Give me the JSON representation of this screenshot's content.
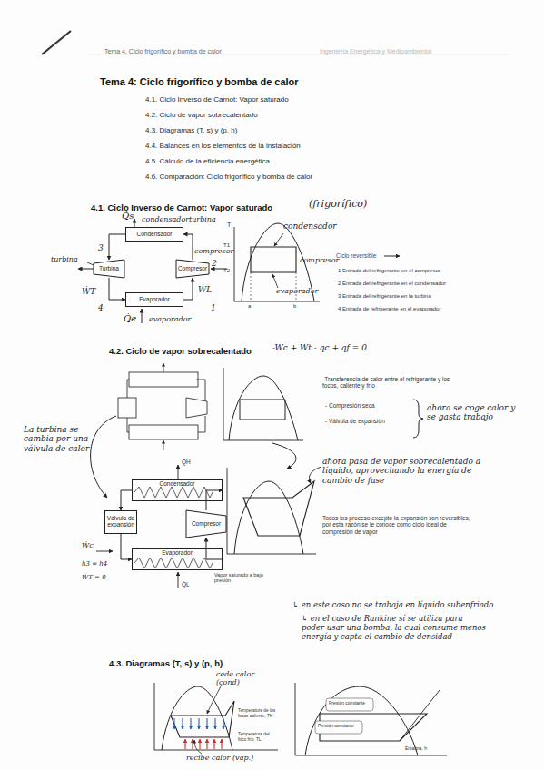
{
  "diagram": {
    "title": "Tema 4: Ciclo frigorífico y bomba de calor",
    "nodes": [
      {
        "text": [
          "Condensador"
        ]
      },
      {
        "text": [
          "Turbina"
        ]
      },
      {
        "text": [
          "Compresor"
        ]
      },
      {
        "text": [
          "Evaporador"
        ]
      },
      {
        "text": [
          "Condensador"
        ]
      },
      {
        "text": [
          "Válvula de expansión"
        ]
      },
      {
        "text": [
          "Compresor"
        ]
      },
      {
        "text": [
          "Evaporador"
        ]
      }
    ],
    "edges": [
      {
        "from": 2,
        "to": 0,
        "arrow": "to"
      },
      {
        "from": 0,
        "to": 1,
        "arrow": "to"
      },
      {
        "from": 1,
        "to": 3,
        "arrow": "to"
      },
      {
        "from": 3,
        "to": 2,
        "arrow": "to"
      },
      {
        "from": 6,
        "to": 4,
        "arrow": "to"
      },
      {
        "from": 4,
        "to": 5,
        "arrow": "to"
      },
      {
        "from": 5,
        "to": 7,
        "arrow": "to"
      },
      {
        "from": 7,
        "to": 6,
        "arrow": "to"
      }
    ],
    "labels": [
      "Tema 4. Ciclo frigorífico y bomba de calor",
      "Ingeniería Energética y Medioambiental",
      "4.1. Ciclo Inverso de Carnot: Vapor saturado",
      "4.2. Ciclo de vapor sobrecalentado",
      "4.3. Diagramas (T, s) y (p, h)",
      "4.4. Balances en los elementos de la instalación",
      "4.5. Cálculo de la eficiencia energética",
      "4.6. Comparación: Ciclo frigorífico y bomba de calor",
      "4.1. Ciclo Inverso de Carnot: Vapor saturado",
      "(frigorífico)",
      "Q̇s",
      "condensador",
      "turbina",
      "3",
      "2",
      "1",
      "4",
      "turbina",
      "compresor",
      "ẆT",
      "ẆL",
      "Q̇e",
      "evaporador",
      "T",
      "T1",
      "T2",
      "a",
      "b",
      "condensador",
      "compresor",
      "evaporador",
      "Ciclo reversible",
      "1 Entrada del refrigerante en el compresor",
      "2 Entrada del refrigerante en el condensador",
      "3 Entrada del refrigerante en la turbina",
      "4 Entrada de refrigerante en el evaporador",
      "4.2. Ciclo de vapor sobrecalentado",
      "-Wc + Wt - qc + qf = 0",
      "-Transferencia de calor entre el refrigerante y los focos, caliente y frío",
      "- Compresión seca",
      "- Válvula de expansión",
      "ahora se coge calor y se gasta trabajo",
      "La turbina se cambia por una válvula de calor",
      "ahora pasa de vapor sobrecalentado a líquido, aprovechando la energía de cambio de fase",
      "Todos los proceso excepto la expansión son reversibles, por esta razón se le conoce como ciclo ideal de compresión de vapor",
      "Ẇc",
      "h3 = h4",
      "ẆT = 0",
      "Q̇H",
      "Q̇L",
      "Vapor saturado a baja presión",
      "↳ en este caso no se trabaja en líquido subenfriado",
      "↳ en el caso de Rankine sí se utiliza para poder usar una bomba, la cual consume menos energía y capta el cambio de densidad",
      "4.3. Diagramas (T, s) y (p, h)",
      "cede calor (cond)",
      "recibe calor (vap.)",
      "Temperatura de los focos caliente, TH",
      "Temperatura del foco frío, TL",
      "Presión constante",
      "Presión constante",
      "Entalpía, h"
    ]
  }
}
